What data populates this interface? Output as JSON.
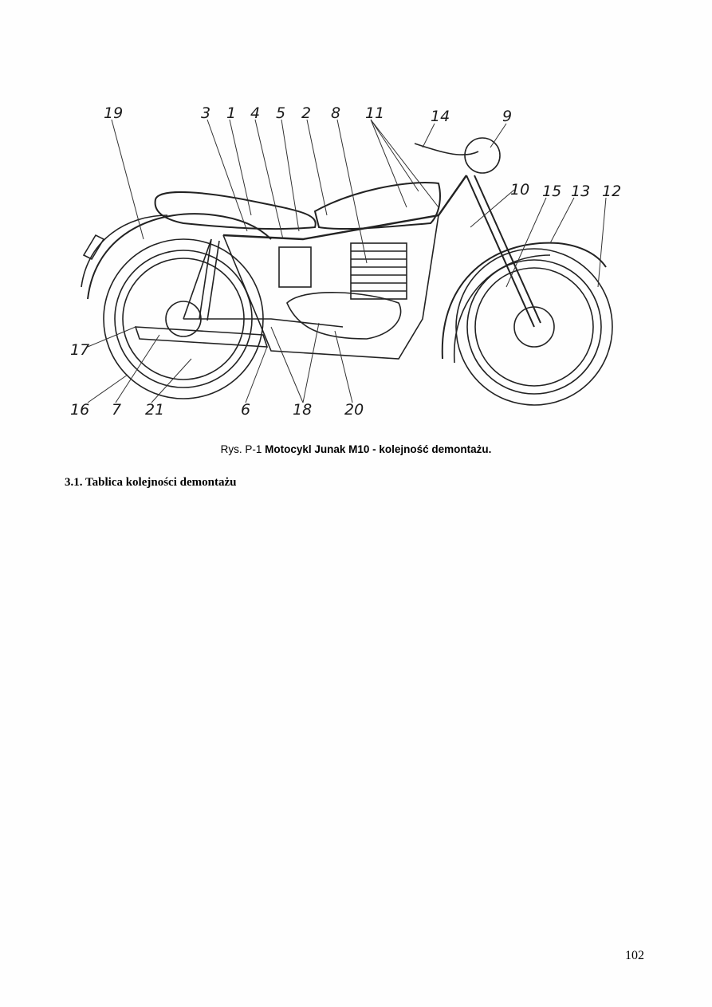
{
  "figure": {
    "image_name": "motorcycle-junak-m10-exploded-drawing",
    "callouts": [
      "19",
      "3",
      "1",
      "4",
      "5",
      "2",
      "8",
      "11",
      "14",
      "9",
      "10",
      "15",
      "13",
      "12",
      "17",
      "16",
      "7",
      "21",
      "6",
      "18",
      "20"
    ]
  },
  "caption": {
    "prefix": "Rys. P-1",
    "title": "Motocykl Junak M10 - kolejność demontażu."
  },
  "section_heading": "3.1. Tablica kolejności demontażu",
  "page_number": "102"
}
